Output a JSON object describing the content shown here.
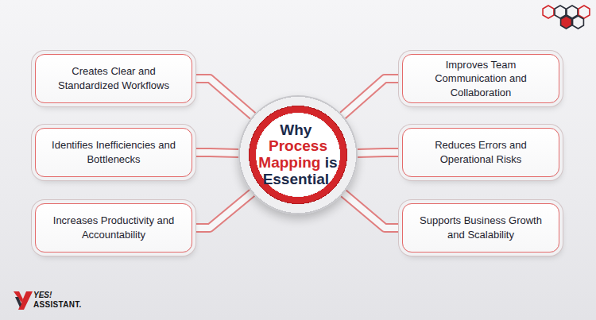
{
  "diagram": {
    "nodes": [
      {
        "text": [
          "Why",
          "Process Mapping",
          "is Essential"
        ]
      },
      {
        "text": [
          "Creates Clear and Standardized Workflows"
        ]
      },
      {
        "text": [
          "Identifies Inefficiencies and Bottlenecks"
        ]
      },
      {
        "text": [
          "Increases Productivity and Accountability"
        ]
      },
      {
        "text": [
          "Improves Team Communication and Collaboration"
        ]
      },
      {
        "text": [
          "Reduces Errors and Operational Risks"
        ]
      },
      {
        "text": [
          "Supports Business Growth and Scalability"
        ]
      }
    ],
    "edges": [
      {
        "from": 0,
        "to": 1,
        "arrow": "none"
      },
      {
        "from": 0,
        "to": 2,
        "arrow": "none"
      },
      {
        "from": 0,
        "to": 3,
        "arrow": "none"
      },
      {
        "from": 0,
        "to": 4,
        "arrow": "none"
      },
      {
        "from": 0,
        "to": 5,
        "arrow": "none"
      },
      {
        "from": 0,
        "to": 6,
        "arrow": "none"
      }
    ],
    "labels": [
      "YES!",
      "ASSISTANT."
    ]
  }
}
